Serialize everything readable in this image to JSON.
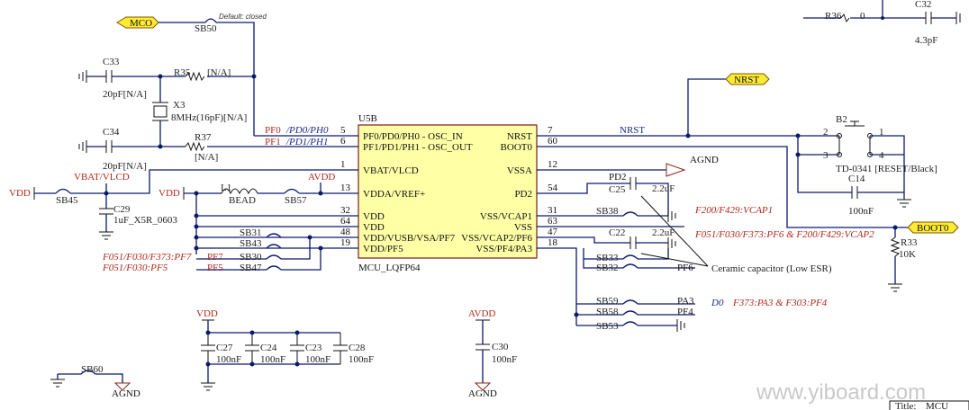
{
  "mcu": {
    "ref": "U5B",
    "part": "MCU_LQFP64",
    "pins_left": [
      {
        "num": "5",
        "name": "PF0/PD0/PH0 - OSC_IN"
      },
      {
        "num": "6",
        "name": "PF1/PD1/PH1 - OSC_OUT"
      },
      {
        "num": "1",
        "name": "VBAT/VLCD"
      },
      {
        "num": "13",
        "name": "VDDA/VREF+"
      },
      {
        "num": "32",
        "name": "VDD"
      },
      {
        "num": "64",
        "name": "VDD"
      },
      {
        "num": "48",
        "name": "VDD/VUSB/VSA/PF7"
      },
      {
        "num": "19",
        "name": "VDD/PF5"
      }
    ],
    "pins_right": [
      {
        "num": "7",
        "name": "NRST"
      },
      {
        "num": "60",
        "name": "BOOT0"
      },
      {
        "num": "12",
        "name": "VSSA"
      },
      {
        "num": "54",
        "name": "PD2"
      },
      {
        "num": "31",
        "name": "VSS/VCAP1"
      },
      {
        "num": "63",
        "name": "VSS"
      },
      {
        "num": "47",
        "name": "VSS/VCAP2/PF6"
      },
      {
        "num": "18",
        "name": "VSS/PF4/PA3"
      }
    ]
  },
  "ports": {
    "mco": "MCO",
    "nrst": "NRST",
    "boot0": "BOOT0"
  },
  "power": {
    "vdd": "VDD",
    "avdd": "AVDD",
    "agnd": "AGND",
    "vbat_vlcd": "VBAT/VLCD"
  },
  "nets": {
    "pf0": "PF0",
    "pd0ph0": "/PD0/PH0",
    "pf1": "PF1",
    "pd1ph1": "/PD1/PH1",
    "pf7": "PF7",
    "pf5": "PF5",
    "pf6": "PF6",
    "pa3": "PA3",
    "pf4": "PF4",
    "pd2": "PD2",
    "nrst": "NRST"
  },
  "parts": {
    "sb50": "SB50",
    "sb50_note": "Default: closed",
    "c33": "C33",
    "c33_val": "20pF[N/A]",
    "r35": "R35",
    "r35_val": "[N/A]",
    "x3": "X3",
    "x3_val": "8MHz(16pF)[N/A]",
    "c34": "C34",
    "c34_val": "20pF[N/A]",
    "r37": "R37",
    "r37_val": "[N/A]",
    "sb45": "SB45",
    "c29": "C29",
    "c29_val": "1uF_X5R_0603",
    "l1": "L1",
    "l1_val": "BEAD",
    "sb57": "SB57",
    "sb31": "SB31",
    "sb43": "SB43",
    "sb30": "SB30",
    "sb47": "SB47",
    "c25": "C25",
    "c25_val": "2.2uF",
    "c22": "C22",
    "c22_val": "2.2uF",
    "sb38": "SB38",
    "sb33": "SB33",
    "sb32": "SB32",
    "sb59": "SB59",
    "sb58": "SB58",
    "sb53": "SB53",
    "b2": "B2",
    "b2_val": "TD-0341 [RESET/Black]",
    "b2_p1": "1",
    "b2_p2": "2",
    "b2_p3": "3",
    "b2_p4": "4",
    "c14": "C14",
    "c14_val": "100nF",
    "r33": "R33",
    "r33_val": "10K",
    "r36": "R36",
    "r36_val": "0",
    "c32": "C32",
    "c32_val": "4.3pF",
    "c27": "C27",
    "c24": "C24",
    "c23": "C23",
    "c28": "C28",
    "c30": "C30",
    "cap100n": "100nF",
    "sb60": "SB60"
  },
  "notes": {
    "pf7_note": "F051/F030/F373:PF7",
    "pf5_note": "F051/F030:PF5",
    "vcap1_note": "F200/F429:VCAP1",
    "vcap2_note": "F051/F030/F373:PF6 & F200/F429:VCAP2",
    "d0": "D0",
    "pa3_note": "F373:PA3 & F303:PF4",
    "ceramic": "Ceramic capacitor (Low ESR)"
  },
  "title_block": {
    "label": "Title:",
    "value": "MCU"
  },
  "watermark": "www.yiboard.com"
}
